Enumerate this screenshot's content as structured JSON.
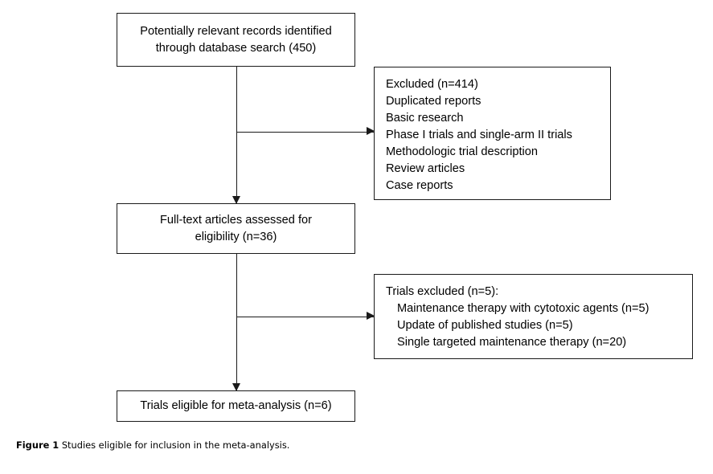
{
  "figure": {
    "caption_label": "Figure 1",
    "caption_text": "Studies eligible for inclusion in the meta-analysis."
  },
  "flowchart": {
    "type": "prisma-study-selection-flow",
    "nodes": {
      "identified": {
        "line1": "Potentially relevant records identified",
        "line2": "through database search (450)",
        "count": 450
      },
      "excluded": {
        "line1": "Excluded (n=414)",
        "line2": "Duplicated reports",
        "line3": "Basic research",
        "line4": "Phase I trials and single-arm II trials",
        "line5": "Methodologic trial description",
        "line6": "Review articles",
        "line7": "Case reports",
        "count": 414
      },
      "fulltext": {
        "line1": "Full-text articles assessed for",
        "line2": "eligibility (n=36)",
        "count": 36
      },
      "trials_excluded": {
        "line1": "Trials excluded (n=5):",
        "line2": "Maintenance therapy with cytotoxic agents (n=5)",
        "line3": "Update of published studies (n=5)",
        "line4": "Single targeted maintenance therapy (n=20)",
        "count": 5
      },
      "eligible": {
        "line1": "Trials eligible for meta-analysis (n=6)",
        "count": 6
      }
    },
    "colors": {
      "border": "#1a1a1a",
      "background": "#ffffff",
      "text": "#000000"
    }
  }
}
